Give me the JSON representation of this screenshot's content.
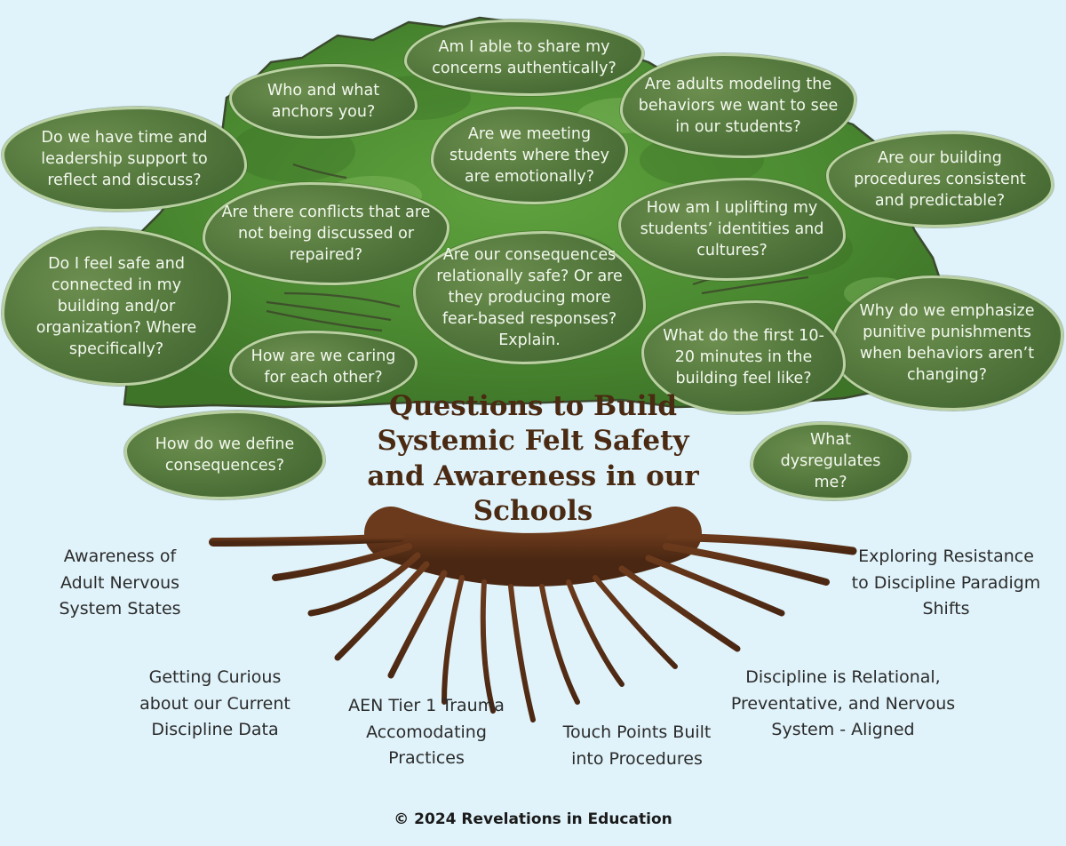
{
  "title": "Questions to Build Systemic Felt Safety and Awareness in our Schools",
  "leaves": [
    "Am I able to share my concerns authentically?",
    "Who and what anchors you?",
    "Are adults modeling the behaviors we want to see in our students?",
    "Do we have time and leadership support to reflect and discuss?",
    "Are we meeting students where they are emotionally?",
    "Are our building procedures consistent and predictable?",
    "Are there conflicts that are not being discussed or repaired?",
    "How am I uplifting my students’ identities and cultures?",
    "Do I feel safe and connected in my building and/or organization? Where specifically?",
    "Are our consequences relationally safe? Or are they producing more fear-based responses? Explain.",
    "Why do we emphasize punitive punishments when behaviors aren’t changing?",
    "What do the first 10-20 minutes in the building feel like?",
    "How are we caring for each other?",
    "How do we define consequences?",
    "What dysregulates me?"
  ],
  "roots": [
    "Awareness of Adult Nervous System States",
    "Exploring Resistance to Discipline Paradigm Shifts",
    "Getting Curious about our Current Discipline Data",
    "AEN Tier 1 Trauma Accomodating Practices",
    "Touch Points Built into Procedures",
    "Discipline is Relational, Preventative, and Nervous System - Aligned"
  ],
  "footer": "© 2024 Revelations in Education",
  "colors": {
    "background": "#e0f3fa",
    "canopy": "#4e8a34",
    "leaf": "#50743a",
    "leaf_border": "#cde1b4",
    "root": "#6b3a1c",
    "title": "#4a2a12"
  }
}
